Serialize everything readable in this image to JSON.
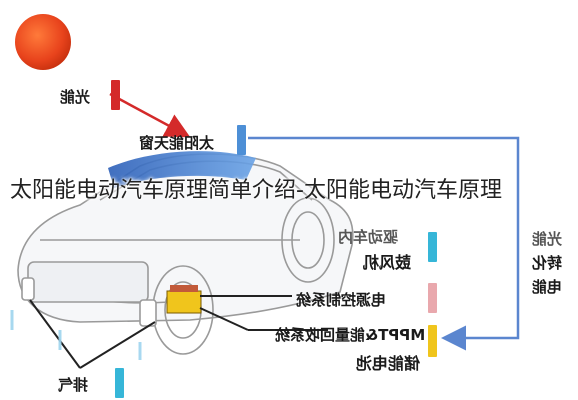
{
  "title": "太阳能电动汽车原理简单介绍-太阳能电动汽车原理",
  "labels": {
    "guang_neng": "光能",
    "tai_yang_neng_tian_chuang": "太阳能天窗",
    "qu_dong_che_nei": "驱动车内",
    "gu_feng_ji": "鼓风机",
    "dian_yuan_kong_zhi": "电源控制系统",
    "mppt": "MPPT&能量回收系统",
    "chu_neng_dian_chi": "储能电池",
    "pai_qi": "排气",
    "guang_neng_right": "光能",
    "zhuan_hua": "转化",
    "dian_neng": "电能"
  },
  "colors": {
    "sun": "#e8431c",
    "marker_red": "#d42a2a",
    "marker_blue": "#4d8fd6",
    "marker_cyan": "#36b6d8",
    "marker_pink": "#e9a8ad",
    "marker_yellow": "#f0c51c",
    "flow_blue": "#5b86cf"
  }
}
